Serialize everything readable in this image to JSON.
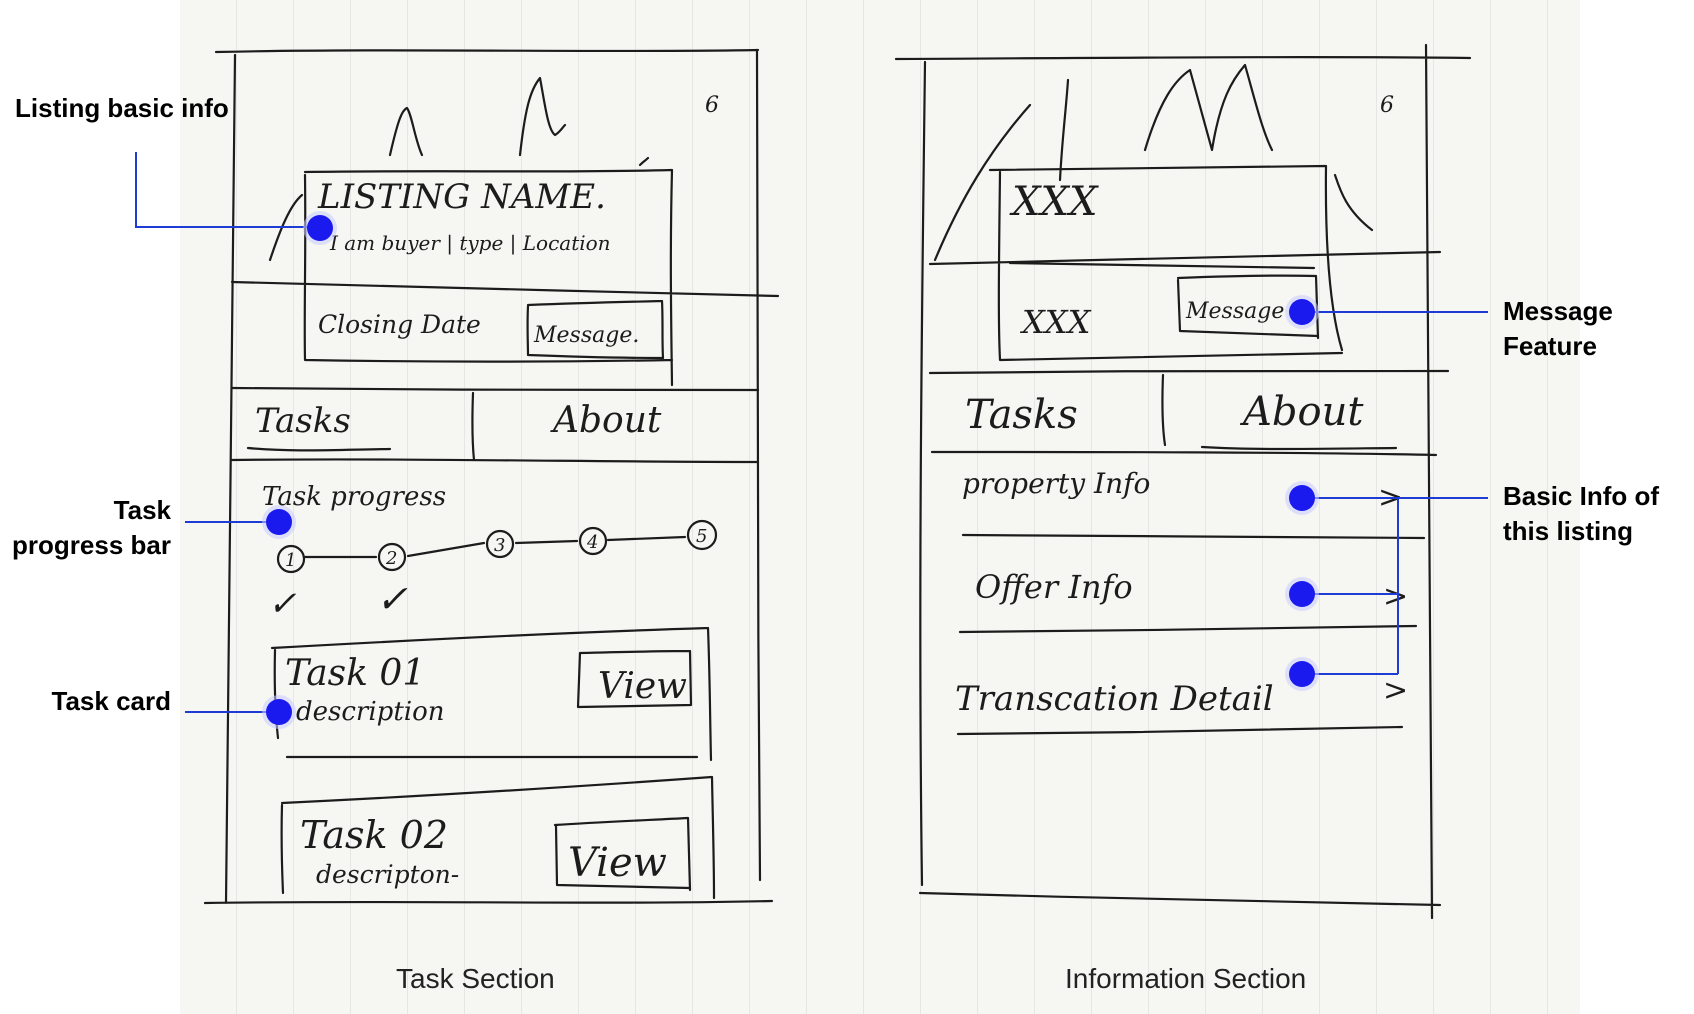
{
  "annotations": {
    "listing_basic_info": "Listing basic info",
    "task_progress_bar_line1": "Task",
    "task_progress_bar_line2": "progress bar",
    "task_card": "Task card",
    "message_feature_line1": "Message",
    "message_feature_line2": "Feature",
    "basic_info_line1": "Basic Info of",
    "basic_info_line2": "this listing"
  },
  "captions": {
    "left": "Task Section",
    "right": "Information Section"
  },
  "left_sketch": {
    "listing_name": "LISTING NAME.",
    "listing_meta": "I am buyer | type | Location",
    "closing_date": "Closing Date",
    "message_button": "Message.",
    "tab_tasks": "Tasks",
    "tab_about": "About",
    "task_progress": "Task progress",
    "steps": [
      "1",
      "2",
      "3",
      "4",
      "5"
    ],
    "completed_marks": [
      "✓",
      "✓"
    ],
    "status_icon": "6",
    "task_cards": [
      {
        "title": "Task 01",
        "description": "description",
        "view": "View"
      },
      {
        "title": "Task 02",
        "description": "descripton-",
        "view": "View"
      }
    ]
  },
  "right_sketch": {
    "placeholder_title": "XXX",
    "placeholder_sub": "XXX",
    "message_button": "Message",
    "tab_tasks": "Tasks",
    "tab_about": "About",
    "status_icon": "6",
    "rows": [
      {
        "label": "property Info",
        "chevron": ">"
      },
      {
        "label": "Offer Info",
        "chevron": ">"
      },
      {
        "label": "Transcation Detail",
        "chevron": ">"
      }
    ]
  }
}
